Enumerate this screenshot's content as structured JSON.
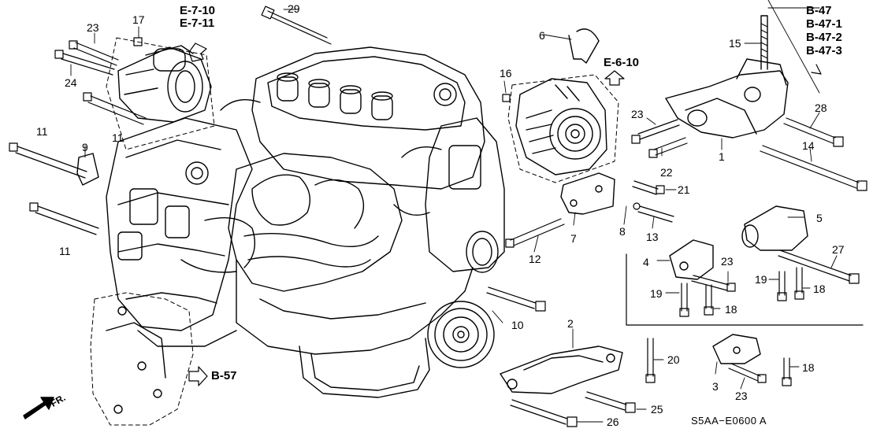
{
  "refs": {
    "e7": [
      "E-7-10",
      "E-7-11"
    ],
    "b47": [
      "B-47",
      "B-47-1",
      "B-47-2",
      "B-47-3"
    ],
    "e610": "E-6-10",
    "b57": "B-57"
  },
  "front_label": "FR.",
  "diagram_code": "S5AA−E0600 A",
  "parts": {
    "p1": "1",
    "p2": "2",
    "p3": "3",
    "p4": "4",
    "p5": "5",
    "p6": "6",
    "p7": "7",
    "p8": "8",
    "p9": "9",
    "p10": "10",
    "p11a": "11",
    "p11b": "11",
    "p11c": "11",
    "p12": "12",
    "p13": "13",
    "p14": "14",
    "p15": "15",
    "p16": "16",
    "p17": "17",
    "p18a": "18",
    "p18b": "18",
    "p18c": "18",
    "p19a": "19",
    "p19b": "19",
    "p20": "20",
    "p21": "21",
    "p22": "22",
    "p23a": "23",
    "p23b": "23",
    "p23c": "23",
    "p23d": "23",
    "p24": "24",
    "p25": "25",
    "p26": "26",
    "p27": "27",
    "p28": "28",
    "p29": "29"
  }
}
